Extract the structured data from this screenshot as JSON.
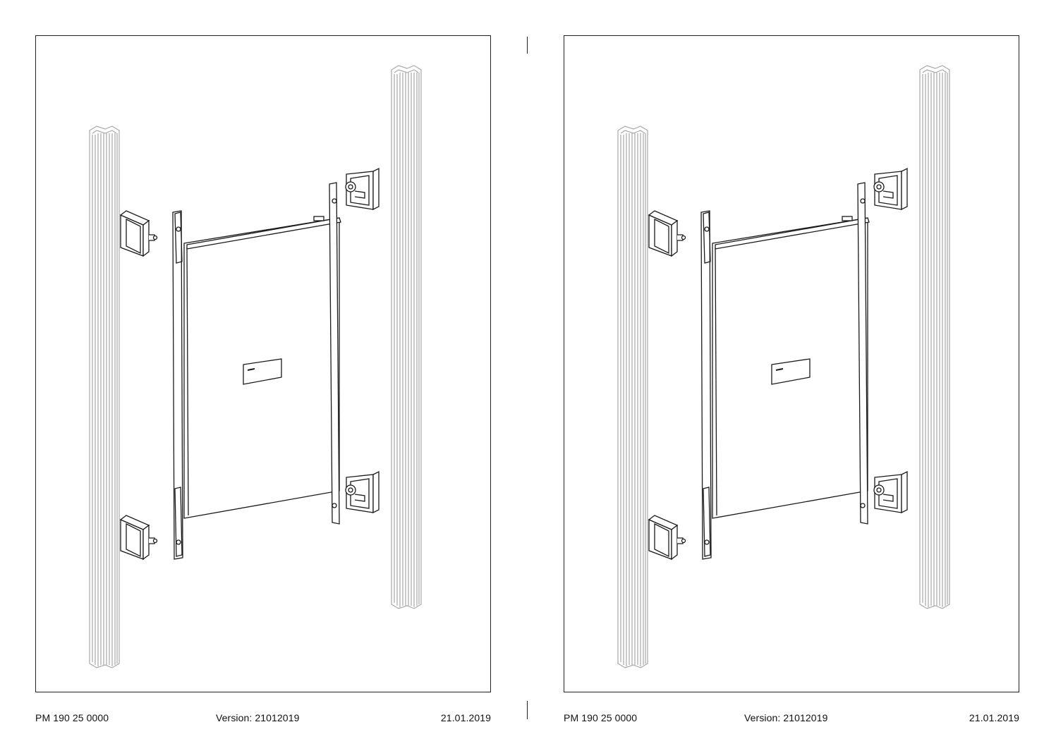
{
  "pages": [
    {
      "footer": {
        "code": "PM 190 25  0000",
        "version": "Version: 21012019",
        "date": "21.01.2019"
      }
    },
    {
      "footer": {
        "code": "PM 190 25  0000",
        "version": "Version: 21012019",
        "date": "21.01.2019"
      }
    }
  ],
  "colors": {
    "post_stroke": "#a8a8a8",
    "line": "#1a1a1a"
  }
}
